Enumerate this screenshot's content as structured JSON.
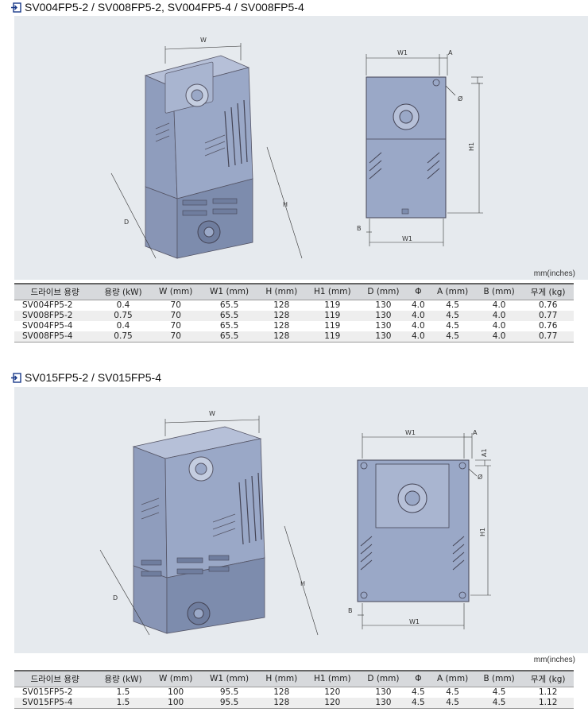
{
  "sections": [
    {
      "title": "SV004FP5-2 / SV008FP5-2,  SV004FP5-4 / SV008FP5-4",
      "units": "mm(inches)",
      "drawing_labels": {
        "W": "W",
        "D": "D",
        "H": "H",
        "W1": "W1",
        "H1": "H1",
        "A": "A",
        "B": "B",
        "phi": "Ø"
      },
      "headers": [
        "드라이브 용량",
        "용량 (kW)",
        "W (mm)",
        "W1 (mm)",
        "H (mm)",
        "H1 (mm)",
        "D (mm)",
        "Φ",
        "A (mm)",
        "B (mm)",
        "무게 (kg)"
      ],
      "rows": [
        [
          "SV004FP5-2",
          "0.4",
          "70",
          "65.5",
          "128",
          "119",
          "130",
          "4.0",
          "4.5",
          "4.0",
          "0.76"
        ],
        [
          "SV008FP5-2",
          "0.75",
          "70",
          "65.5",
          "128",
          "119",
          "130",
          "4.0",
          "4.5",
          "4.0",
          "0.77"
        ],
        [
          "SV004FP5-4",
          "0.4",
          "70",
          "65.5",
          "128",
          "119",
          "130",
          "4.0",
          "4.5",
          "4.0",
          "0.76"
        ],
        [
          "SV008FP5-4",
          "0.75",
          "70",
          "65.5",
          "128",
          "119",
          "130",
          "4.0",
          "4.5",
          "4.0",
          "0.77"
        ]
      ]
    },
    {
      "title": "SV015FP5-2 / SV015FP5-4",
      "units": "mm(inches)",
      "drawing_labels": {
        "W": "W",
        "D": "D",
        "H": "H",
        "W1": "W1",
        "H1": "H1",
        "A": "A",
        "A1": "A1",
        "B": "B",
        "phi": "Ø"
      },
      "headers": [
        "드라이브 용량",
        "용량 (kW)",
        "W (mm)",
        "W1 (mm)",
        "H (mm)",
        "H1 (mm)",
        "D (mm)",
        "Φ",
        "A (mm)",
        "B (mm)",
        "무게 (kg)"
      ],
      "rows": [
        [
          "SV015FP5-2",
          "1.5",
          "100",
          "95.5",
          "128",
          "120",
          "130",
          "4.5",
          "4.5",
          "4.5",
          "1.12"
        ],
        [
          "SV015FP5-4",
          "1.5",
          "100",
          "95.5",
          "128",
          "120",
          "130",
          "4.5",
          "4.5",
          "4.5",
          "1.12"
        ]
      ]
    }
  ],
  "icons": {
    "section_marker": "arrow-into-box-icon"
  },
  "colors": {
    "panel": "#e6eaee",
    "device": "#9aa8c7",
    "device_dark": "#7d8cad",
    "header": "#d7d9dc"
  }
}
